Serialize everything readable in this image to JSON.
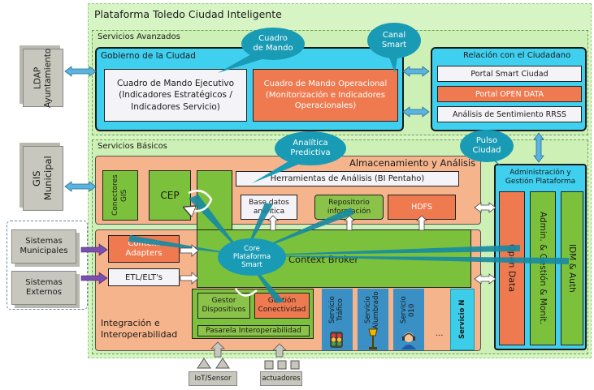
{
  "platform_title": "Plataforma Toledo Ciudad Inteligente",
  "advanced": {
    "title": "Servicios Avanzados",
    "government": {
      "title": "Gobierno de la Ciudad",
      "executive": "Cuadro de Mando Ejecutivo\n(Indicadores Estratégicos /\nIndicadores Servicio)",
      "operational": "Cuadro de Mando Operacional\n(Monitorización e Indicadores\nOperacionales)"
    },
    "citizen": {
      "title": "Relación con el Ciudadano",
      "items": [
        "Portal Smart Ciudad",
        "Portal OPEN DATA",
        "Análisis de Sentimiento RRSS"
      ]
    }
  },
  "callouts": {
    "dashboard": "Cuadro\nde Mando",
    "channel": "Canal\nSmart",
    "analytics": "Analítica\nPredictiva",
    "pulse": "Pulso\nCiudad",
    "core": "Core\nPlataforma\nSmart"
  },
  "external": {
    "ldap": "LDAP\nAyuntamiento",
    "gis": "GIS\nMunicipal",
    "municipal_systems": "Sistemas\nMunicipales",
    "external_systems": "Sistemas\nExternos"
  },
  "basic": {
    "title": "Servicios Básicos",
    "gis_connectors": "Conectores\nGIS",
    "cep": "CEP",
    "storage_title": "Almacenamiento y Análisis",
    "analysis_tools": "Herramientas de Análisis (BI Pentaho)",
    "db_analytics": "Base datos\nanalítica",
    "info_repo": "Repositorio\ninformación",
    "hdfs": "HDFS",
    "context_adapters": "Context\nAdapters",
    "etl": "ETL/ELT's",
    "context_broker": "Context Broker",
    "integration": "Integración e\nInteroperabilidad",
    "device_manager": "Gestor\nDispositivos",
    "connectivity_manager": "Gestión\nConectividad",
    "gateway": "Pasarela Interoperabilidad",
    "iot": "IoT/Sensor",
    "actuators": "actuadores",
    "admin": {
      "title": "Administración y\nGestión Plataforma",
      "open_data": "Open Data",
      "admin_monitor": "Admin. & Gestión & Monit.",
      "idm": "IDM & Auth"
    },
    "services": [
      "Servicio\nTráfico",
      "Servicio\nAlumbrado",
      "Servicio\n010",
      "...",
      "Servicio N"
    ]
  },
  "colors": {
    "outer_green": "#d7f5c4",
    "cyan": "#3fd0f0",
    "orange": "#f07a50",
    "peach": "#f6b48c",
    "green": "#8bc34a",
    "teal": "#1a9bb5"
  }
}
